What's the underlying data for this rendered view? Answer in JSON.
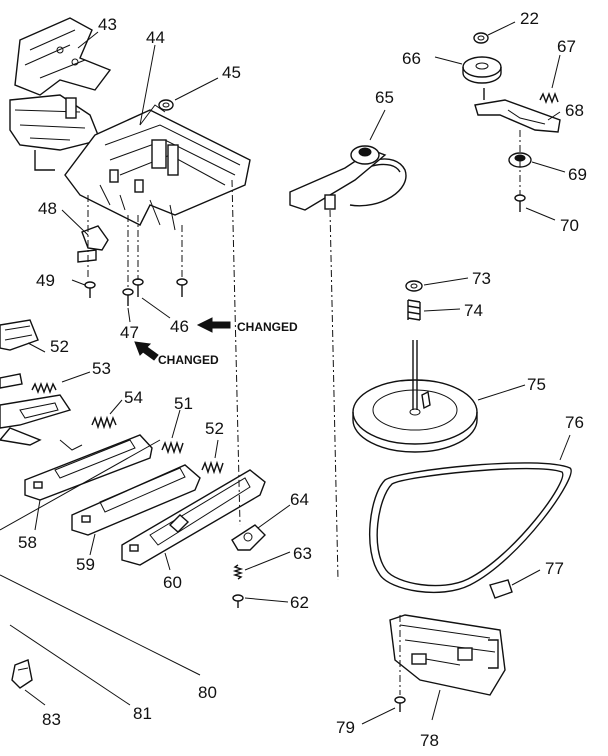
{
  "labels": {
    "p22": "22",
    "p43": "43",
    "p44": "44",
    "p45": "45",
    "p46": "46",
    "p47": "47",
    "p48": "48",
    "p49": "49",
    "p51": "51",
    "p52a": "52",
    "p52b": "52",
    "p53": "53",
    "p54": "54",
    "p58": "58",
    "p59": "59",
    "p60": "60",
    "p62": "62",
    "p63": "63",
    "p64": "64",
    "p65": "65",
    "p66": "66",
    "p67": "67",
    "p68": "68",
    "p69": "69",
    "p70": "70",
    "p73": "73",
    "p74": "74",
    "p75": "75",
    "p76": "76",
    "p77": "77",
    "p78": "78",
    "p79": "79",
    "p80": "80",
    "p81": "81",
    "p83": "83"
  },
  "notes": {
    "changed_1": "CHANGED",
    "changed_2": "CHANGED"
  }
}
